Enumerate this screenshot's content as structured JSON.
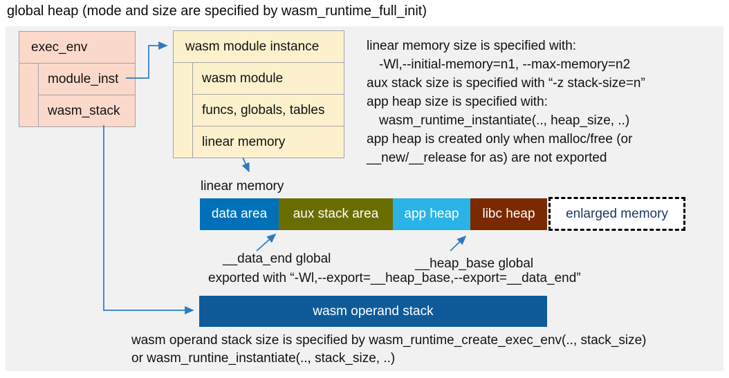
{
  "title": "global heap (mode and size are specified by wasm_runtime_full_init)",
  "exec_env": {
    "title": "exec_env",
    "rows": [
      "module_inst",
      "wasm_stack"
    ],
    "fill": "#fbd9ca"
  },
  "module_instance": {
    "title": "wasm module instance",
    "rows": [
      "wasm module",
      "funcs, globals, tables",
      "linear memory"
    ],
    "fill": "#fdf1cd"
  },
  "notes_right": {
    "lines": [
      "linear memory size is specified with:",
      "-Wl,--initial-memory=n1, --max-memory=n2",
      "aux stack size is specified with “-z stack-size=n”",
      "app heap size is specified with:",
      "wasm_runtime_instantiate(.., heap_size, ..)",
      "app heap is created only when malloc/free (or",
      "__new/__release for as) are not exported"
    ]
  },
  "linear_memory": {
    "label": "linear memory",
    "segments": [
      {
        "label": "data area",
        "color": "#0071b8"
      },
      {
        "label": "aux stack area",
        "color": "#6a6e00"
      },
      {
        "label": "app heap",
        "color": "#29b3e6"
      },
      {
        "label": "libc heap",
        "color": "#7b2900"
      },
      {
        "label": "enlarged memory",
        "color": "#ffffff",
        "text_color": "#1f3864",
        "border": "dashed black"
      }
    ]
  },
  "annotations": {
    "data_end": "__data_end global",
    "heap_base": "__heap_base global",
    "exported": "exported with “-Wl,--export=__heap_base,--export=__data_end”"
  },
  "operand_stack": {
    "label": "wasm operand stack",
    "color": "#0f5b99",
    "note_line1": "wasm operand stack size is specified by wasm_runtime_create_exec_env(.., stack_size)",
    "note_line2": "or wasm_runtine_instantiate(.., stack_size, ..)"
  },
  "panel_color": "#f1f1f2",
  "arrow_color": "#2e7bbf"
}
